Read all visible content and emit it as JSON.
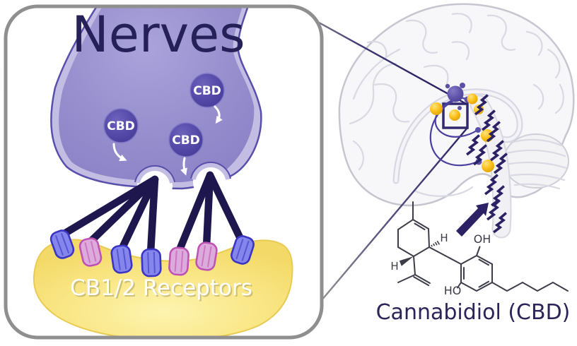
{
  "inset": {
    "title": "Nerves",
    "vesicles": [
      {
        "label": "CBD"
      },
      {
        "label": "CBD"
      },
      {
        "label": "CBD"
      }
    ],
    "receptors_label": "CB1/2 Receptors",
    "receptor_order": [
      "blue",
      "pink",
      "blue",
      "blue",
      "pink",
      "pink",
      "blue"
    ]
  },
  "brain": {
    "cbd_binding_dots": 6,
    "signal_bolts": 11,
    "highlighted_region": "midbrain-box"
  },
  "molecule": {
    "name": "Cannabidiol (CBD)",
    "labels": {
      "oh_top": "OH",
      "ho_bottom": "HO",
      "h_right": "H",
      "h_left": "H"
    }
  },
  "colors": {
    "navy": "#241d5c",
    "terminal_fill": "#938bcc",
    "membrane": "#c3bde4",
    "vesicle_purple": "#5246a5",
    "postsynaptic_yellow": "#f7e176",
    "receptor_blue": "#8486ec",
    "receptor_pink": "#dcabdc",
    "cbd_dot_yellow": "#fbbf17",
    "neuron_purple": "#5b50a8",
    "inset_border_gray": "#8f8f8f"
  }
}
